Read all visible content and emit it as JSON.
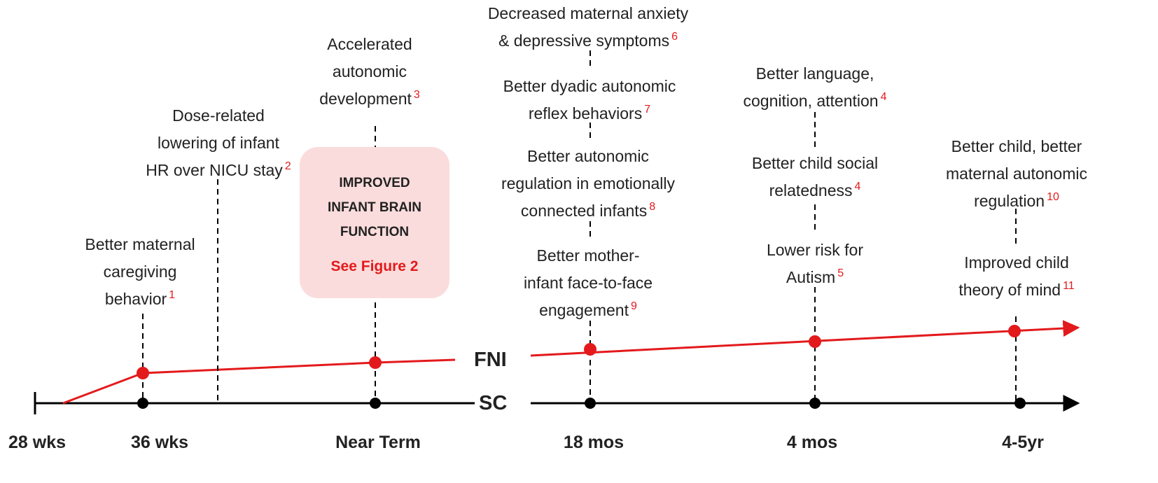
{
  "axis_ticks": [
    "28 wks",
    "36 wks",
    "Near Term",
    "18 mos",
    "4 mos",
    "4-5yr"
  ],
  "series": {
    "fni": {
      "label": "FNI",
      "color": "#e31a1c"
    },
    "sc": {
      "label": "SC",
      "color": "#000000"
    }
  },
  "callout": {
    "lines": [
      "IMPROVED",
      "INFANT BRAIN",
      "FUNCTION"
    ],
    "link": "See Figure 2",
    "bg": "#fbdcdc"
  },
  "outcomes": [
    {
      "lines": [
        "Better maternal",
        "caregiving",
        "behavior"
      ],
      "ref": "1"
    },
    {
      "lines": [
        "Dose-related",
        "lowering of infant",
        "HR over NICU stay"
      ],
      "ref": "2"
    },
    {
      "lines": [
        "Accelerated",
        "autonomic",
        "development"
      ],
      "ref": "3"
    },
    {
      "lines": [
        "Decreased maternal  anxiety",
        "& depressive symptoms"
      ],
      "ref": "6"
    },
    {
      "lines": [
        "Better dyadic autonomic",
        "reflex behaviors"
      ],
      "ref": "7"
    },
    {
      "lines": [
        "Better autonomic",
        "regulation in emotionally",
        "connected infants"
      ],
      "ref": "8"
    },
    {
      "lines": [
        "Better mother-",
        "infant face-to-face",
        "engagement"
      ],
      "ref": "9"
    },
    {
      "lines": [
        "Better language,",
        "cognition, attention"
      ],
      "ref": "4"
    },
    {
      "lines": [
        "Better child social",
        "relatedness"
      ],
      "ref": "4"
    },
    {
      "lines": [
        "Lower risk for",
        "Autism"
      ],
      "ref": "5"
    },
    {
      "lines": [
        "Better child, better",
        "maternal autonomic",
        "regulation"
      ],
      "ref": "10"
    },
    {
      "lines": [
        "Improved child",
        "theory of mind"
      ],
      "ref": "11"
    }
  ],
  "colors": {
    "accent": "#e31a1c",
    "text": "#222222"
  }
}
